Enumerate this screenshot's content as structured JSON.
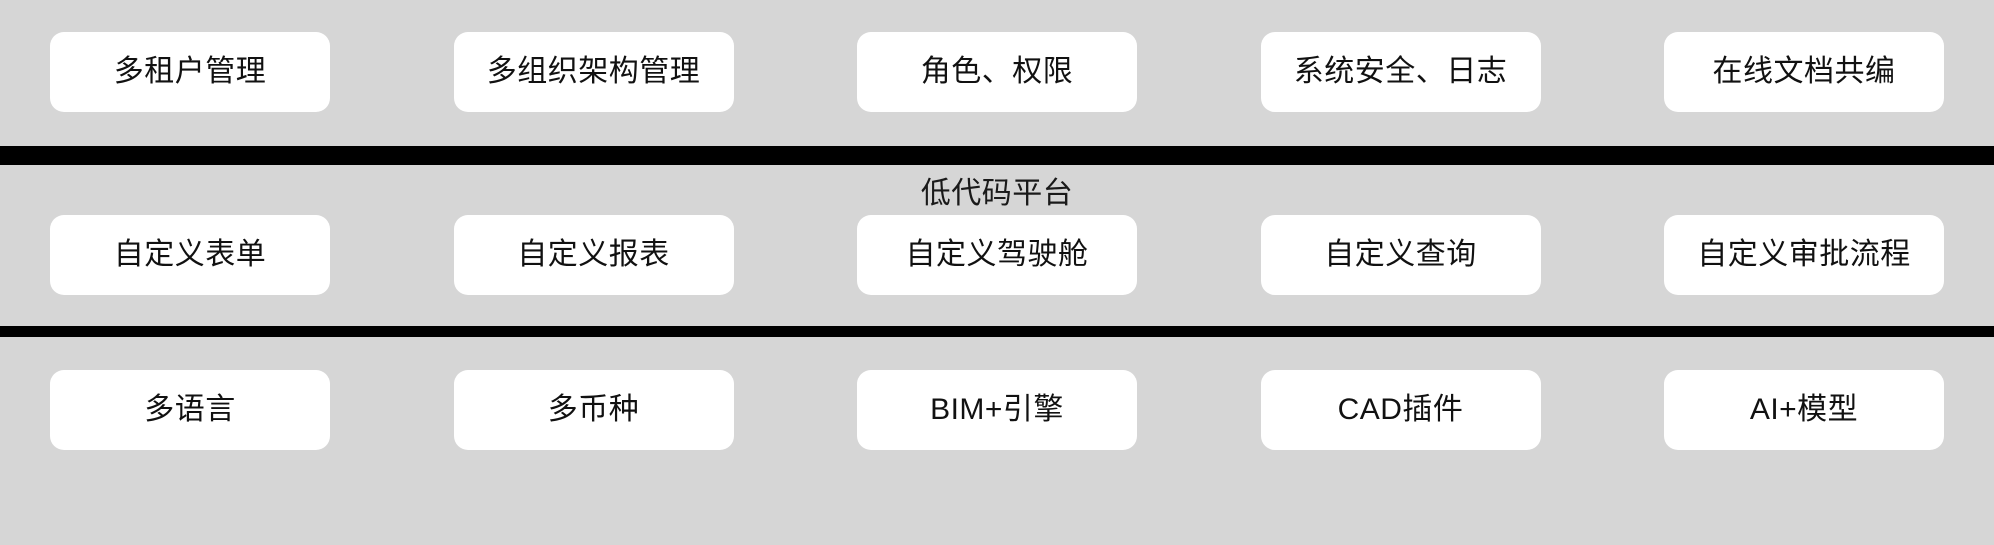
{
  "page": {
    "background_color": "#d6d6d6",
    "card_color": "#ffffff",
    "divider_color": "#000000",
    "text_color": "#111111"
  },
  "sections": [
    {
      "name": "platform-foundation",
      "title": "",
      "cards": [
        {
          "label": "多租户管理"
        },
        {
          "label": "多组织架构管理"
        },
        {
          "label": "角色、权限"
        },
        {
          "label": "系统安全、日志"
        },
        {
          "label": "在线文档共编"
        }
      ]
    },
    {
      "name": "low-code-platform",
      "title": "低代码平台",
      "cards": [
        {
          "label": "自定义表单"
        },
        {
          "label": "自定义报表"
        },
        {
          "label": "自定义驾驶舱"
        },
        {
          "label": "自定义查询"
        },
        {
          "label": "自定义审批流程"
        }
      ]
    },
    {
      "name": "capabilities",
      "title": "",
      "cards": [
        {
          "label": "多语言"
        },
        {
          "label": "多币种"
        },
        {
          "label": "BIM+引擎"
        },
        {
          "label": "CAD插件"
        },
        {
          "label": "AI+模型"
        }
      ]
    }
  ]
}
